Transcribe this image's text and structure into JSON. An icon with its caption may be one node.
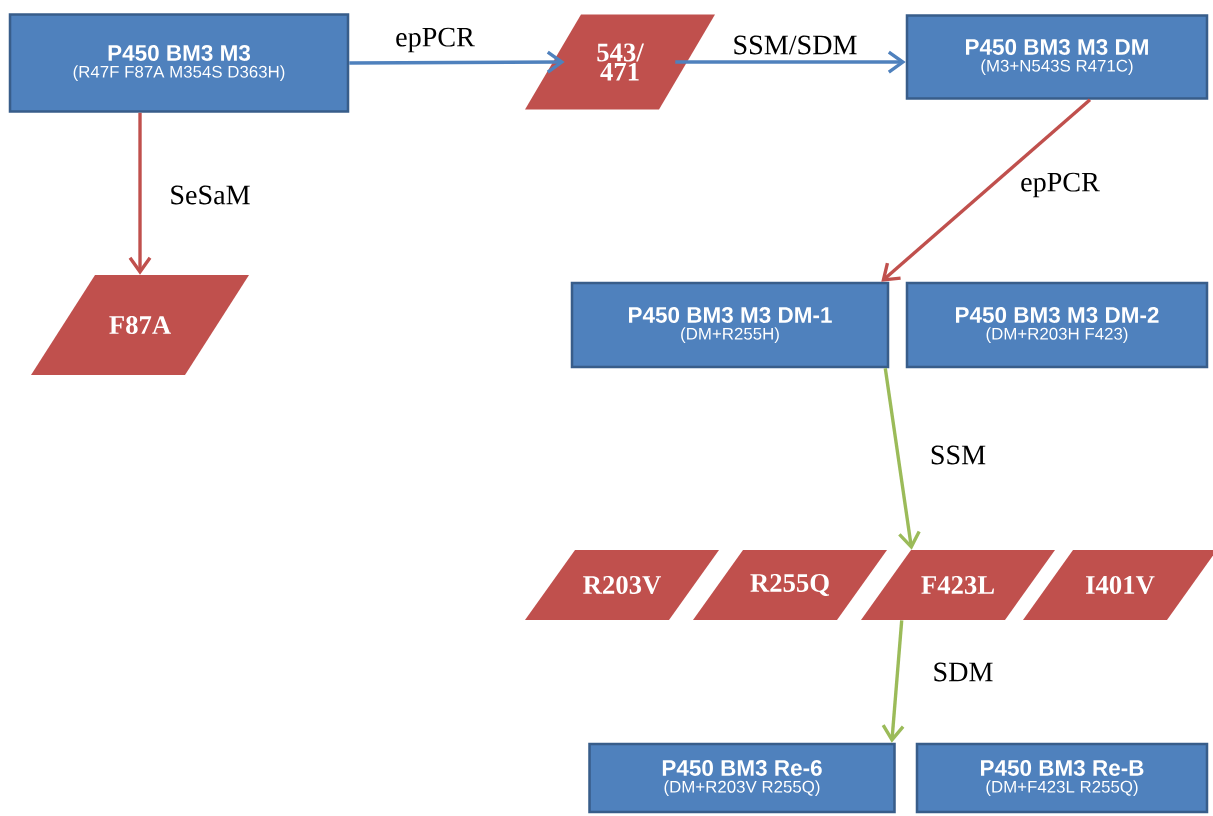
{
  "diagram": {
    "nodes": [
      {
        "text": [
          "P450 BM3 M3",
          "(R47F F87A M354S D363H)"
        ]
      },
      {
        "text": [
          "543/ 471"
        ]
      },
      {
        "text": [
          "P450 BM3 M3 DM",
          "(M3+N543S R471C)"
        ]
      },
      {
        "text": [
          "F87A"
        ]
      },
      {
        "text": [
          "P450 BM3 M3 DM-1",
          "(DM+R255H)"
        ]
      },
      {
        "text": [
          "P450 BM3 M3 DM-2",
          "(DM+R203H F423)"
        ]
      },
      {
        "text": [
          "R203V"
        ]
      },
      {
        "text": [
          "R255Q"
        ]
      },
      {
        "text": [
          "F423L"
        ]
      },
      {
        "text": [
          "I401V"
        ]
      },
      {
        "text": [
          "P450 BM3 Re-6",
          "(DM+R203V R255Q)"
        ]
      },
      {
        "text": [
          "P450 BM3 Re-B",
          "(DM+F423L R255Q)"
        ]
      }
    ],
    "edges": [
      {
        "from": 0,
        "to": 1,
        "arrow": "to",
        "label": "epPCR",
        "color": "#4f81bd"
      },
      {
        "from": 1,
        "to": 2,
        "arrow": "to",
        "label": "SSM/SDM",
        "color": "#4f81bd"
      },
      {
        "from": 0,
        "to": 3,
        "arrow": "to",
        "label": "SeSaM",
        "color": "#c0504d"
      },
      {
        "from": 2,
        "to": 4,
        "arrow": "to",
        "label": "epPCR",
        "color": "#c0504d"
      },
      {
        "from": 4,
        "to": 8,
        "arrow": "to",
        "label": "SSM",
        "color": "#9bbb59"
      },
      {
        "from": 8,
        "to": 10,
        "arrow": "to",
        "label": "SDM",
        "color": "#9bbb59"
      }
    ]
  }
}
